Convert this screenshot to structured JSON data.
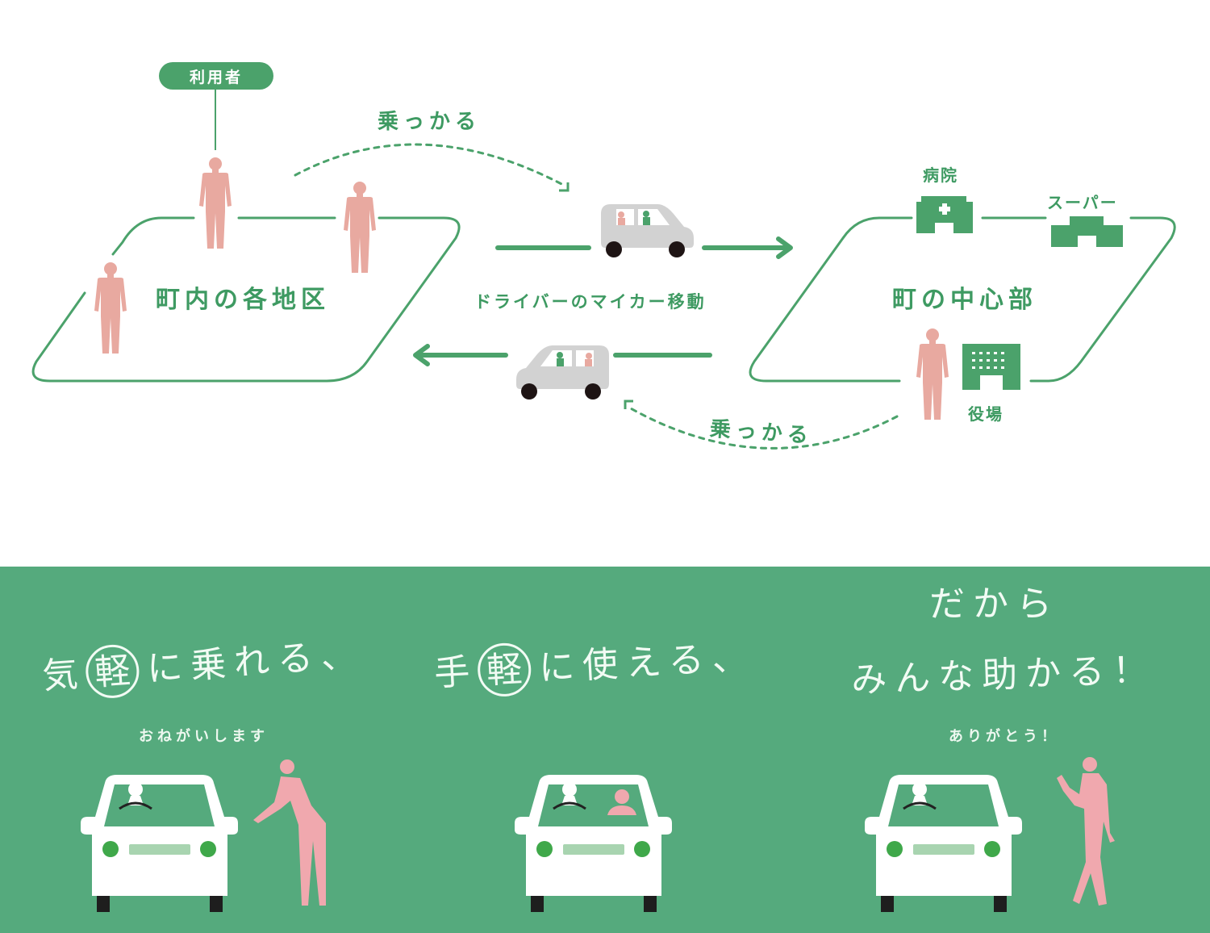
{
  "diagram": {
    "user_label": "利用者",
    "left_area": {
      "title": "町内の各地区",
      "people_count": 3
    },
    "right_area": {
      "title": "町の中心部",
      "facilities": [
        {
          "name": "病院",
          "icon": "hospital-icon"
        },
        {
          "name": "スーパー",
          "icon": "supermarket-icon"
        },
        {
          "name": "役場",
          "icon": "town-hall-icon"
        }
      ],
      "people_count": 1
    },
    "ride_label_top": "乗っかる",
    "ride_label_bottom": "乗っかる",
    "driver_move_label": "ドライバーのマイカー移動",
    "colors": {
      "green": "#4ba26b",
      "person_pink": "#e8a9a0",
      "car_gray": "#d2d2d2",
      "band_green": "#55aa7d"
    }
  },
  "slogans": {
    "panels": [
      {
        "prefix": "気",
        "circled": "軽",
        "suffix": "に乗れる、",
        "caption": "おねがいします",
        "scene": "person-hailing-car"
      },
      {
        "prefix": "手",
        "circled": "軽",
        "suffix": "に使える、",
        "caption": "",
        "scene": "passenger-in-car"
      },
      {
        "line1": "だから",
        "line2": "みんな助かる！",
        "caption": "ありがとう！",
        "scene": "person-waving-thanks"
      }
    ]
  }
}
